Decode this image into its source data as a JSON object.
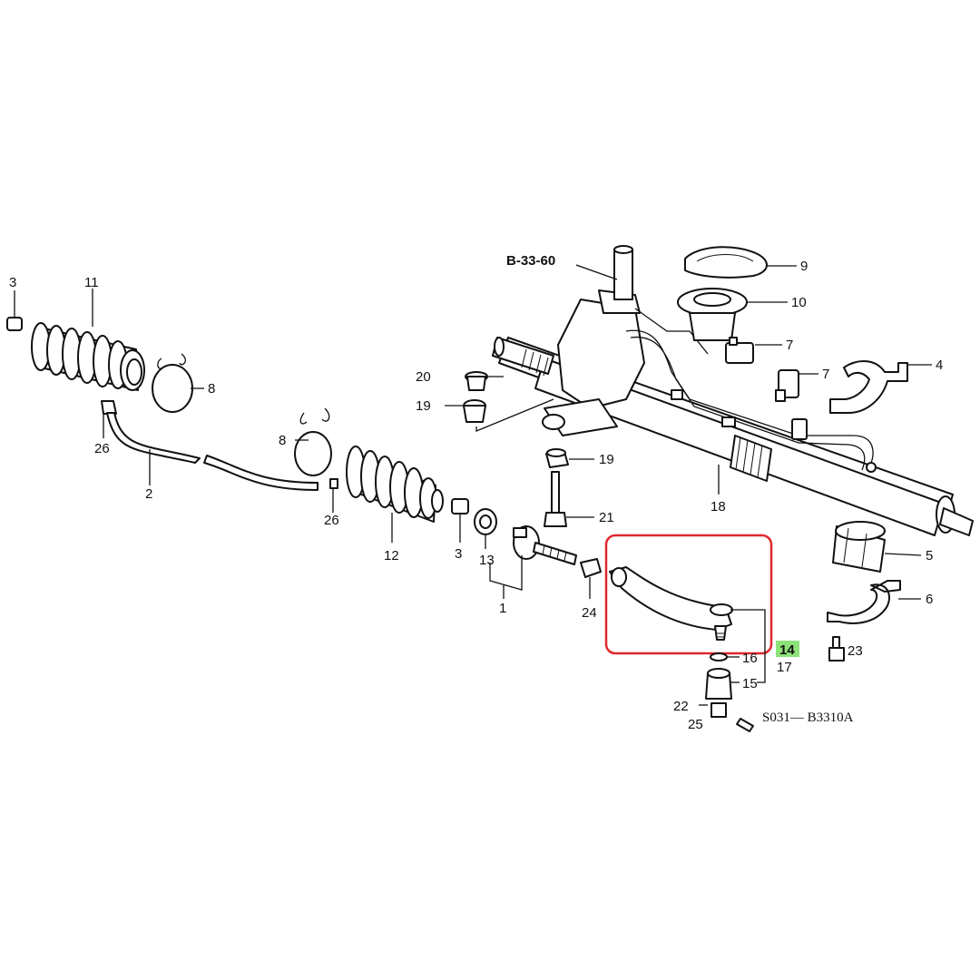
{
  "diagram": {
    "reference_code": "B-33-60",
    "drawing_number": "S031— B3310A",
    "highlight_color": "#e0282e",
    "selected_label_bg": "#8de27a",
    "selected_part": "14",
    "labels": {
      "p1": "1",
      "p2": "2",
      "p3a": "3",
      "p3b": "3",
      "p4": "4",
      "p5": "5",
      "p6": "6",
      "p7a": "7",
      "p7b": "7",
      "p8a": "8",
      "p8b": "8",
      "p9": "9",
      "p10": "10",
      "p11": "11",
      "p12": "12",
      "p13": "13",
      "p14": "14",
      "p15": "15",
      "p16": "16",
      "p17": "17",
      "p18": "18",
      "p19a": "19",
      "p19b": "19",
      "p20": "20",
      "p21": "21",
      "p22": "22",
      "p23": "23",
      "p24": "24",
      "p25": "25",
      "p26a": "26",
      "p26b": "26"
    }
  }
}
